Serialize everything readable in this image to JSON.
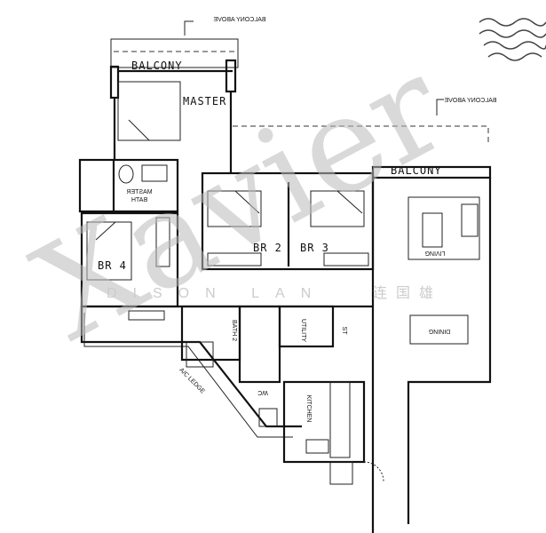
{
  "plan": {
    "labels": {
      "balcony_above_top": "BALCONY ABOVE",
      "balcony_above_right": "BALCONY ABOVE",
      "balcony_master": "BALCONY",
      "balcony_living": "BALCONY",
      "master": "MASTER",
      "master_bath_1": "MASTER",
      "master_bath_2": "BATH",
      "br2": "BR 2",
      "br3": "BR 3",
      "br4": "BR 4",
      "living": "LIVING",
      "dining": "DINING",
      "bath2": "BATH 2",
      "utility": "UTILITY",
      "store": "ST",
      "ac_ledge": "A/C LEDGE",
      "wc": "WC",
      "kitchen": "KITCHEN"
    },
    "watermark": {
      "brand": "Xavier",
      "agency": "DISON LAN",
      "agency_cn": "连国雄"
    }
  }
}
